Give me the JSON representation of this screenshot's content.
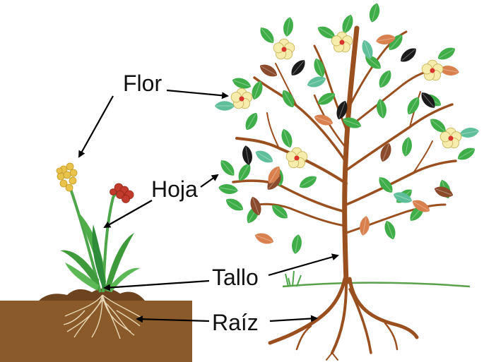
{
  "labels": {
    "flor": "Flor",
    "hoja": "Hoja",
    "tallo": "Tallo",
    "raiz": "Raíz"
  },
  "colors": {
    "leaf_green": "#3fae49",
    "leaf_dark": "#2e8b3a",
    "leaf_brown": "#8b4a2b",
    "leaf_orange": "#d9804f",
    "leaf_black": "#1a1a1a",
    "leaf_teal": "#5fbf9a",
    "trunk": "#9a4f1f",
    "soil": "#8b5a2b",
    "flower_yellow": "#f4e6a0",
    "flower_red_center": "#d9342b",
    "small_flower": "#e8c24a",
    "red_bud": "#c23a2b",
    "stem_green": "#4ea64a",
    "ground": "#5aa14c"
  },
  "icons": {
    "tree": "tree-icon",
    "small_plant": "plant-icon",
    "arrow": "arrow-icon"
  }
}
